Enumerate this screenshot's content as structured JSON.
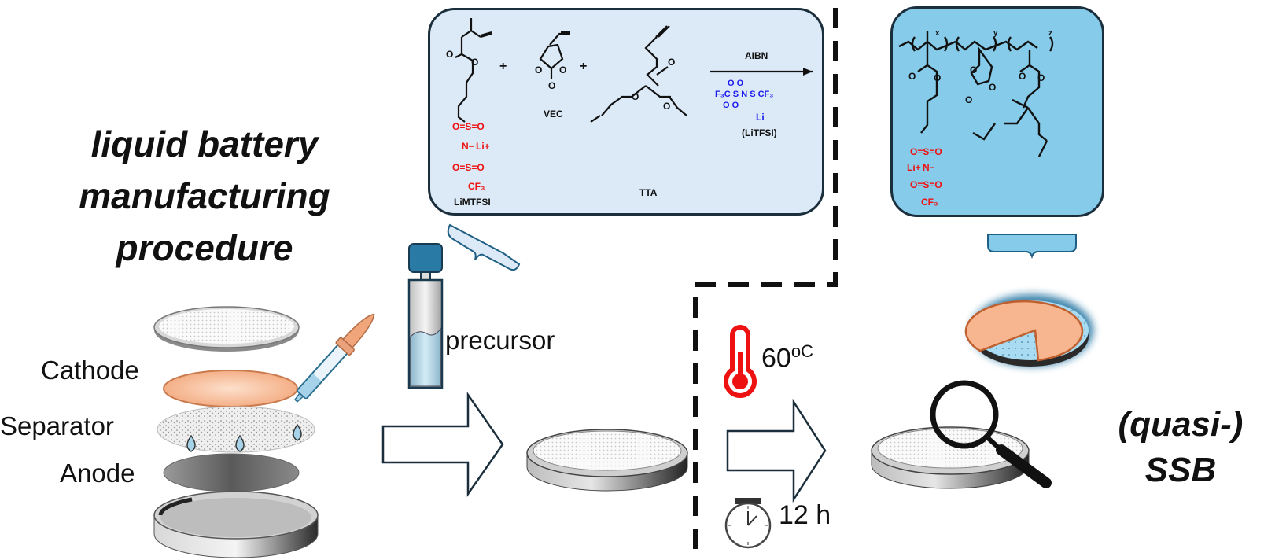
{
  "title": {
    "line1": "liquid battery",
    "line2": "manufacturing",
    "line3": "procedure"
  },
  "cell_components": {
    "cathode": "Cathode",
    "separator": "Separator",
    "anode": "Anode"
  },
  "precursor_label": "precursor",
  "conditions": {
    "temperature": "60",
    "temperature_unit": "oC",
    "time": "12 h"
  },
  "product_label": {
    "line1": "(quasi-)",
    "line2": "SSB"
  },
  "monomer_scheme": {
    "monomers": [
      "LiMTFSI",
      "VEC",
      "TTA"
    ],
    "plus": "+",
    "initiator": "AIBN",
    "salt": "(LiTFSI)",
    "atoms": {
      "O": "O",
      "S": "S",
      "N": "N",
      "Li": "Li",
      "Li_plus": "Li+",
      "N_minus": "N−",
      "CF3": "CF₃",
      "F3C": "F₃C"
    }
  },
  "polymer_scheme": {
    "subscripts": [
      "x",
      "y",
      "z"
    ],
    "atoms": {
      "O": "O",
      "S": "S",
      "Li": "Li+",
      "N": "N−",
      "CF3": "CF₃"
    }
  },
  "colors": {
    "monomer_box_bg": "#dce9f6",
    "polymer_box_bg": "#86cbe9",
    "box_border": "#1a2e3b",
    "anion_red": "#ee1111",
    "salt_blue": "#1a1aee",
    "cathode_orange": "#f7b690",
    "thermometer_red": "#ee1111",
    "vial_cap": "#2a7aa6",
    "arrow_stroke": "#1a2e3b"
  }
}
